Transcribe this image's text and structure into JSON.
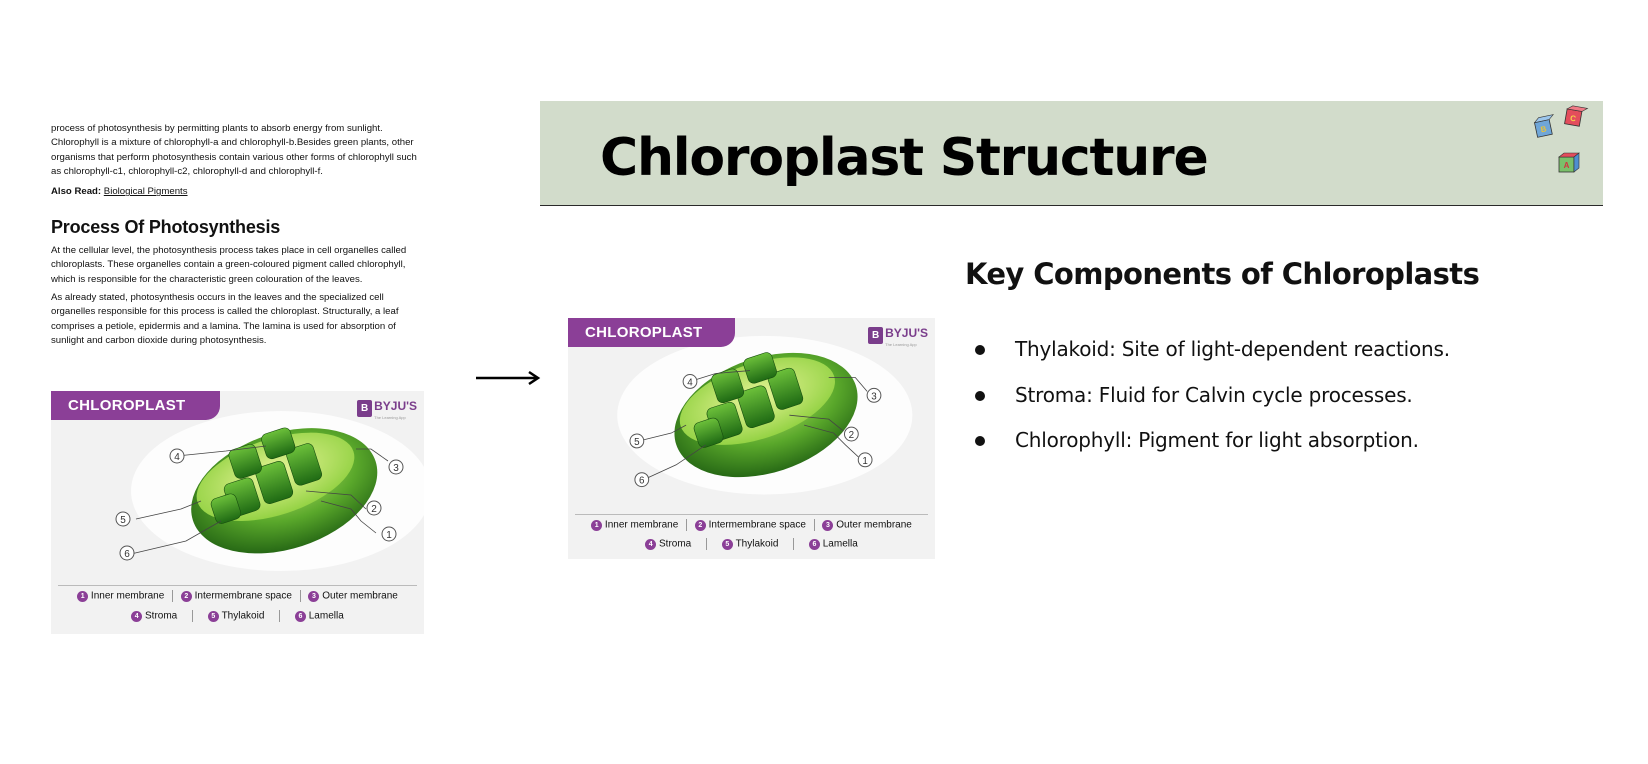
{
  "document": {
    "paragraph1": "process of photosynthesis by permitting plants to absorb energy from sunlight. Chlorophyll is a mixture of chlorophyll-a and chlorophyll-b.Besides green plants, other organisms that perform photosynthesis contain various other forms of chlorophyll such as chlorophyll-c1,  chlorophyll-c2,  chlorophyll-d and chlorophyll-f.",
    "also_read_label": "Also Read:",
    "also_read_link": "Biological Pigments",
    "heading": "Process Of Photosynthesis",
    "paragraph2": "At the cellular level,  the photosynthesis process takes place in cell organelles called chloroplasts. These organelles contain a green-coloured pigment called chlorophyll, which is responsible for the characteristic green colouration of the leaves.",
    "paragraph3": "As already stated, photosynthesis occurs in the leaves and the specialized cell organelles responsible for this process is called the chloroplast. Structurally, a leaf comprises a petiole, epidermis and a lamina. The lamina is used for absorption of sunlight and carbon dioxide during photosynthesis."
  },
  "diagram": {
    "title": "CHLOROPLAST",
    "brand": "BYJU'S",
    "brand_sub": "The Learning App",
    "brand_mark": "B",
    "callouts": [
      "1",
      "2",
      "3",
      "4",
      "5",
      "6"
    ],
    "legend": [
      {
        "num": "1",
        "label": "Inner membrane"
      },
      {
        "num": "2",
        "label": "Intermembrane space"
      },
      {
        "num": "3",
        "label": "Outer membrane"
      },
      {
        "num": "4",
        "label": "Stroma"
      },
      {
        "num": "5",
        "label": "Thylakoid"
      },
      {
        "num": "6",
        "label": "Lamella"
      }
    ]
  },
  "slide": {
    "title": "Chloroplast Structure",
    "subtitle": "Key Components of Chloroplasts",
    "bullets": [
      "Thylakoid: Site of light-dependent reactions.",
      "Stroma: Fluid for Calvin cycle processes.",
      "Chlorophyll: Pigment for light absorption."
    ],
    "block_letters": [
      "B",
      "C",
      "A"
    ],
    "header_color": "#d2dccb"
  },
  "colors": {
    "ribbon": "#8b3f97",
    "chloroplast_dark": "#2f7d1f",
    "chloroplast_light": "#9bd44a"
  }
}
